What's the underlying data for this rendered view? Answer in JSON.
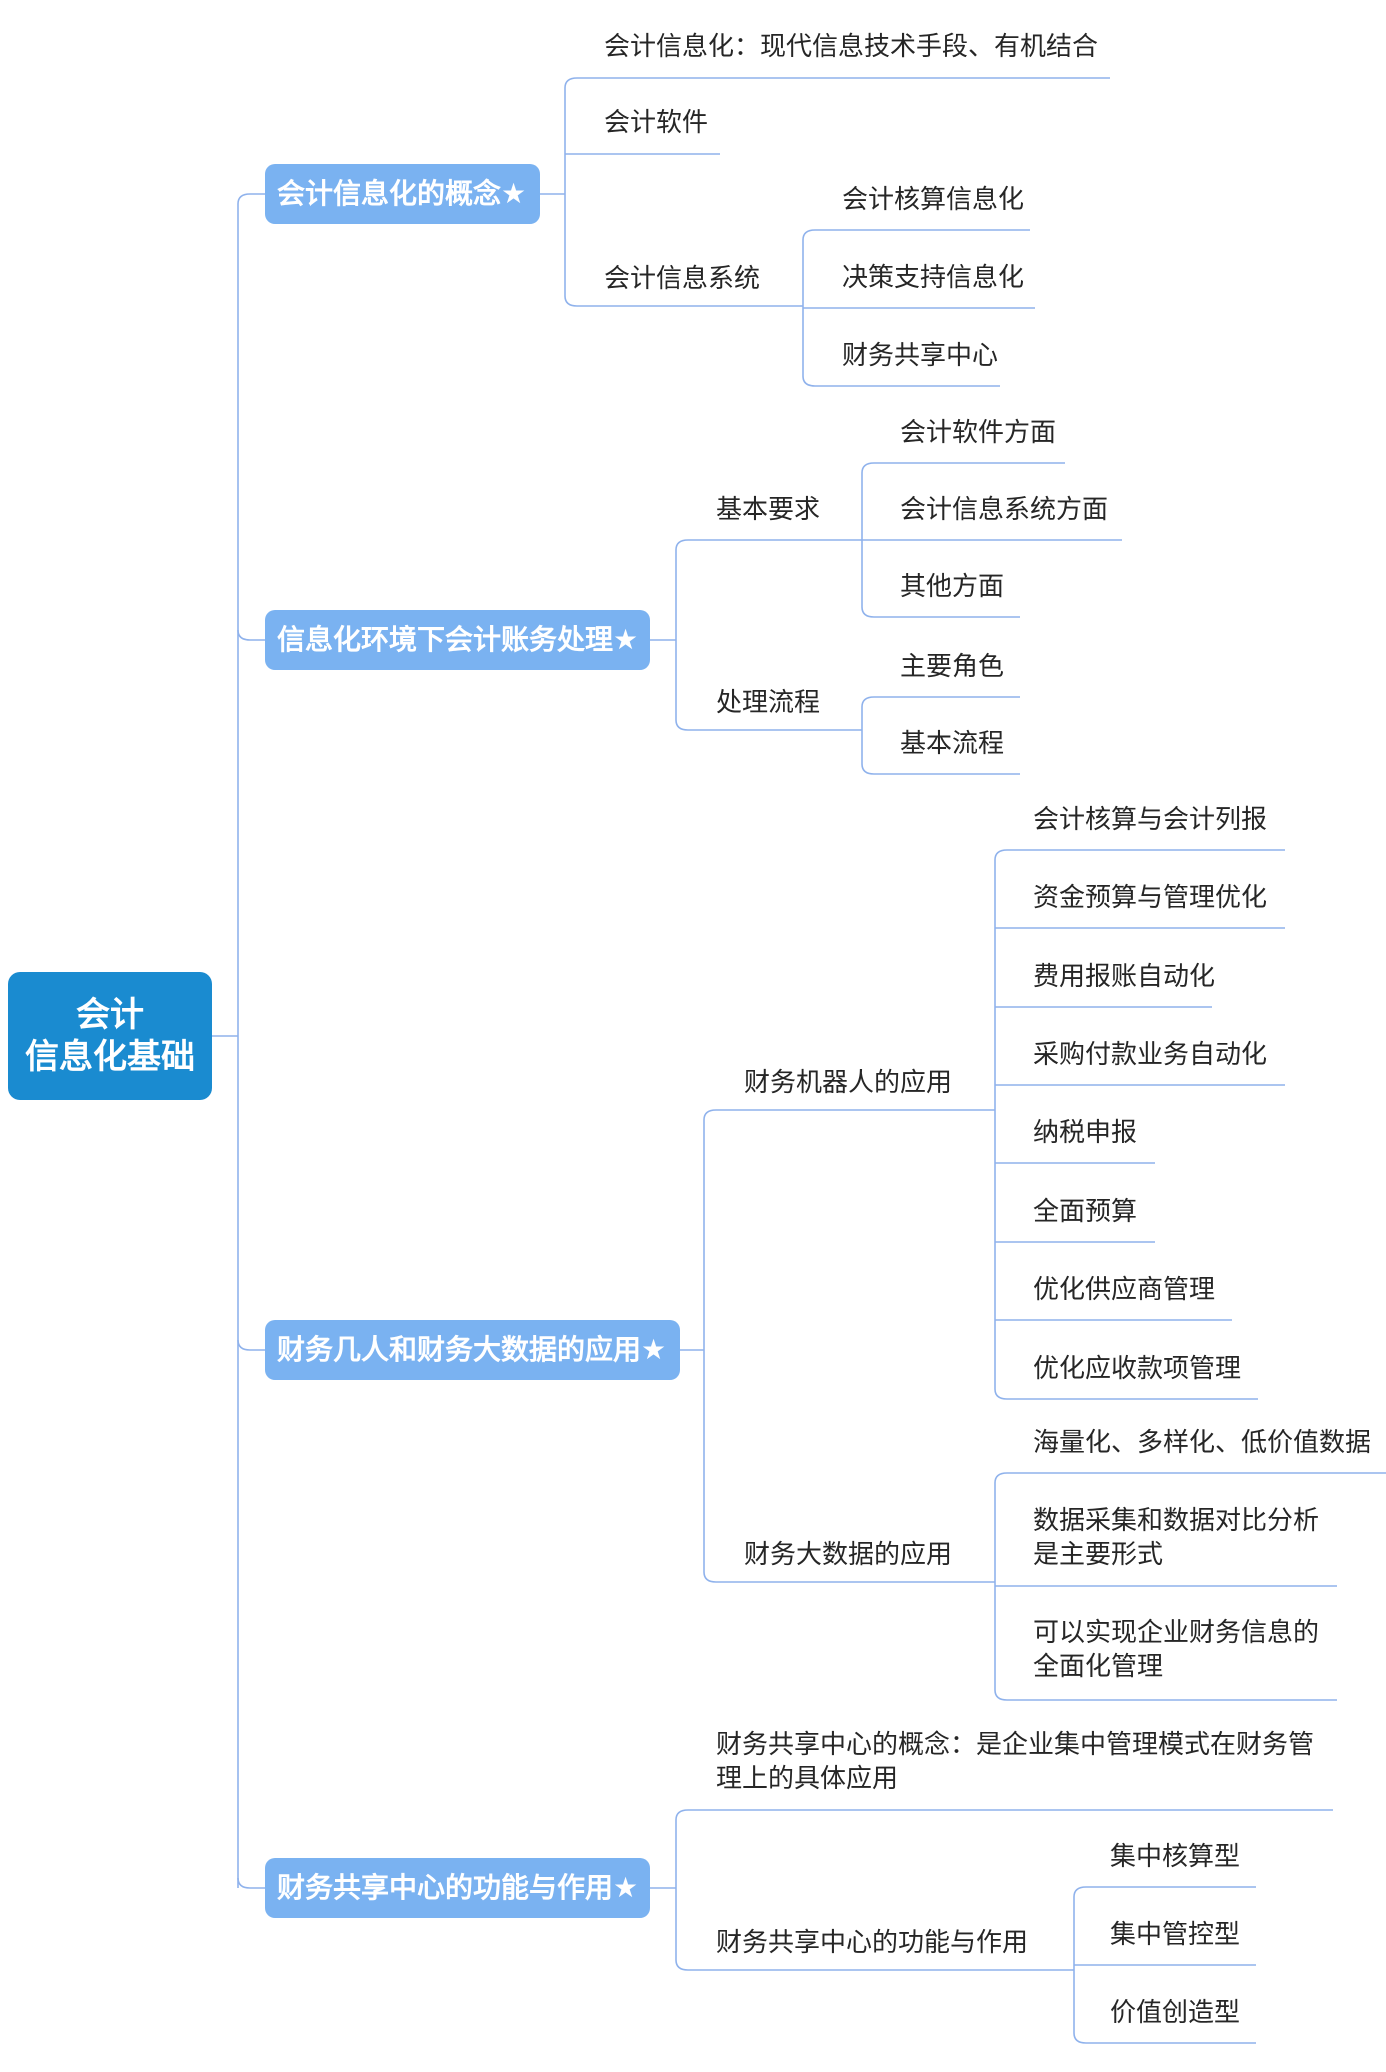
{
  "root": {
    "line1": "会计",
    "line2": "信息化基础"
  },
  "branches": [
    {
      "label": "会计信息化的概念★"
    },
    {
      "label": "信息化环境下会计账务处理★"
    },
    {
      "label": "财务几人和财务大数据的应用★"
    },
    {
      "label": "财务共享中心的功能与作用★"
    }
  ],
  "nodes": {
    "b1": {
      "c1": "会计信息化：现代信息技术手段、有机结合",
      "c2": "会计软件",
      "c3": "会计信息系统",
      "c3_children": [
        "会计核算信息化",
        "决策支持信息化",
        "财务共享中心"
      ]
    },
    "b2": {
      "c1": "基本要求",
      "c1_children": [
        "会计软件方面",
        "会计信息系统方面",
        "其他方面"
      ],
      "c2": "处理流程",
      "c2_children": [
        "主要角色",
        "基本流程"
      ]
    },
    "b3": {
      "c1": "财务机器人的应用",
      "c1_children": [
        "会计核算与会计列报",
        "资金预算与管理优化",
        "费用报账自动化",
        "采购付款业务自动化",
        "纳税申报",
        "全面预算",
        "优化供应商管理",
        "优化应收款项管理"
      ],
      "c2": "财务大数据的应用",
      "c2_children": [
        {
          "line1": "海量化、多样化、低价值数据",
          "line2": ""
        },
        {
          "line1": "数据采集和数据对比分析",
          "line2": "是主要形式"
        },
        {
          "line1": "可以实现企业财务信息的",
          "line2": "全面化管理"
        }
      ]
    },
    "b4": {
      "c1_line1": "财务共享中心的概念：是企业集中管理模式在财务管",
      "c1_line2": "理上的具体应用",
      "c2": "财务共享中心的功能与作用",
      "c2_children": [
        "集中核算型",
        "集中管控型",
        "价值创造型"
      ]
    }
  },
  "colors": {
    "root": "#1a8bd0",
    "branch": "#7ab2f1",
    "connector": "#8fb2ec",
    "text": "#262626"
  }
}
